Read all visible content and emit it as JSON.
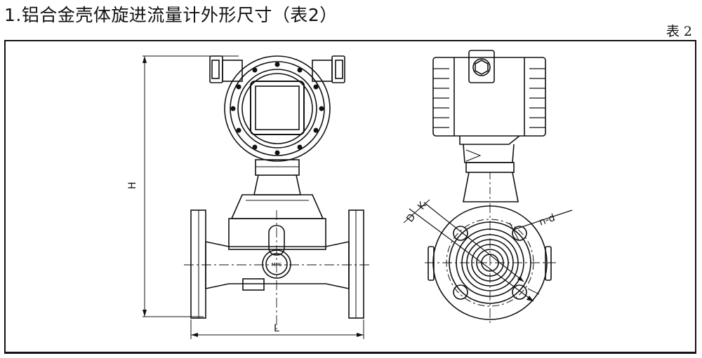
{
  "heading": "1.铝合金壳体旋进流量计外形尺寸（表2）",
  "table_tag": "表 2",
  "dims": {
    "height": "H",
    "length": "L",
    "diameter_d": "D",
    "diameter_k": "K",
    "holes": "n-d"
  },
  "badge": "MPS"
}
